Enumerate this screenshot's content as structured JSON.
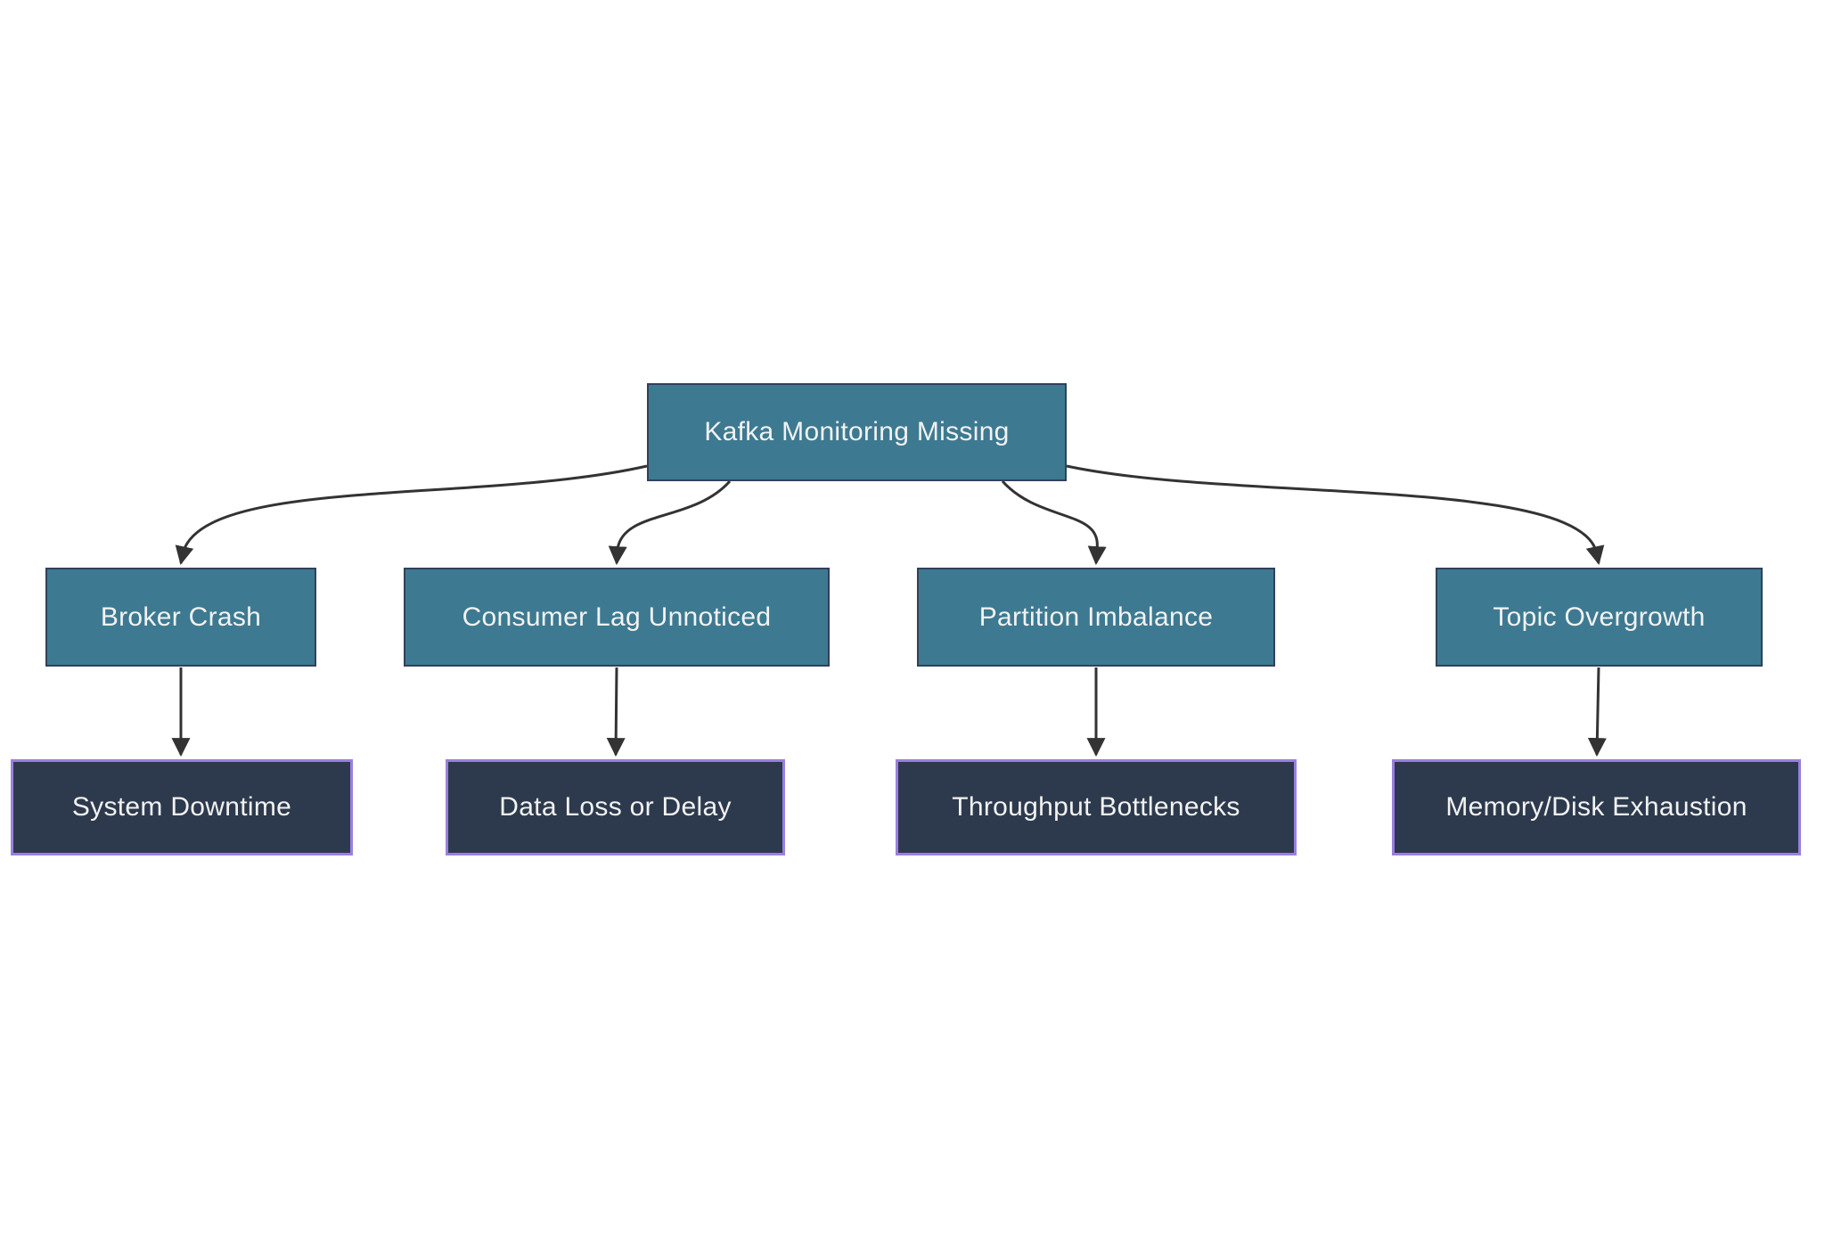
{
  "diagram": {
    "type": "flowchart-top-down",
    "background": "#ffffff",
    "nodes": {
      "root": {
        "label": "Kafka Monitoring Missing"
      },
      "causes": [
        {
          "label": "Broker Crash"
        },
        {
          "label": "Consumer Lag Unnoticed"
        },
        {
          "label": "Partition Imbalance"
        },
        {
          "label": "Topic Overgrowth"
        }
      ],
      "effects": [
        {
          "label": "System Downtime"
        },
        {
          "label": "Data Loss or Delay"
        },
        {
          "label": "Throughput Bottlenecks"
        },
        {
          "label": "Memory/Disk Exhaustion"
        }
      ]
    },
    "edges": [
      {
        "from": "Kafka Monitoring Missing",
        "to": "Broker Crash"
      },
      {
        "from": "Kafka Monitoring Missing",
        "to": "Consumer Lag Unnoticed"
      },
      {
        "from": "Kafka Monitoring Missing",
        "to": "Partition Imbalance"
      },
      {
        "from": "Kafka Monitoring Missing",
        "to": "Topic Overgrowth"
      },
      {
        "from": "Broker Crash",
        "to": "System Downtime"
      },
      {
        "from": "Consumer Lag Unnoticed",
        "to": "Data Loss or Delay"
      },
      {
        "from": "Partition Imbalance",
        "to": "Throughput Bottlenecks"
      },
      {
        "from": "Topic Overgrowth",
        "to": "Memory/Disk Exhaustion"
      }
    ],
    "colors": {
      "cause_fill": "#3d7a91",
      "cause_border": "#31405c",
      "effect_fill": "#2d3a4d",
      "effect_border": "#9b7fe0",
      "edge_line": "#333333",
      "node_text": "#f2f2f2",
      "background": "#ffffff"
    }
  }
}
